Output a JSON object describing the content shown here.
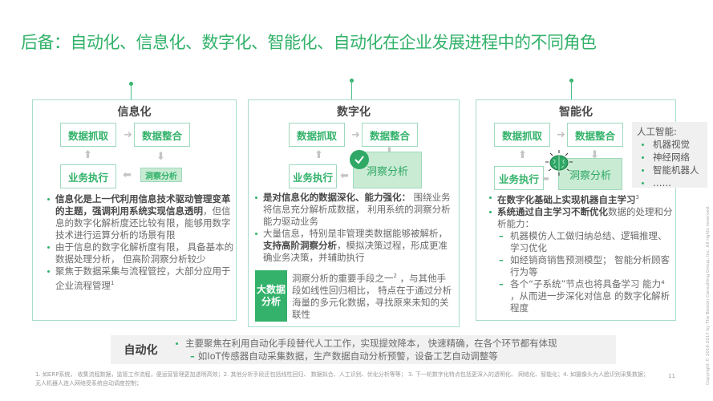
{
  "title": "后备：自动化、信息化、数字化、智能化、自动化在企业发展进程中的不同角色",
  "colors": {
    "accent": "#32b26a",
    "panel_border": "#a6ddcc",
    "highlight_fill": "#c9ebd3",
    "badge_fill": "#34b26c",
    "gray_bar": "#f1f1f1"
  },
  "panels": [
    {
      "title": "信息化",
      "flow": {
        "capture": "数据抓取",
        "integrate": "数据整合",
        "insight": "洞察分析",
        "execute": "业务执行"
      },
      "bullets": [
        {
          "bold": "信息化是上一代利用信息技术驱动管理变革的主题，强调利用系统实现信息透明",
          "text": "，但信息的数字化解析度还比较有限，能够用数字技术进行运算分析的场景有限"
        },
        {
          "text": "由于信息的数字化解析度有限， 具备基本的数据处理分析， 但高阶洞察分析较少"
        },
        {
          "text": "聚焦于数据采集与流程管控，大部分应用于企业流程管理",
          "sup": "1"
        }
      ]
    },
    {
      "title": "数字化",
      "flow": {
        "capture": "数据抓取",
        "integrate": "数据整合",
        "insight": "洞察分析",
        "execute": "业务执行"
      },
      "bullets": [
        {
          "bold": "是对信息化的数据深化、能力强化：",
          "text": " 围绕业务将信息充分解析成数据， 利用系统的洞察分析能力驱动业务"
        },
        {
          "text_a": "大量信息，特别是非管理类数据能够被解析， ",
          "bold": "支持高阶洞察分析",
          "text_b": "，模拟决策过程，形成更准确业务决策，并辅助执行"
        }
      ],
      "bigdata": {
        "badge_line1": "大数据",
        "badge_line2": "分析",
        "text_a": "洞察分析的重要手段之一",
        "sup": "2",
        "text_b": " ，与其他手段如线性回归相比， 特点在于通过分析海量的多元化数据，寻找原来未知的关联性"
      }
    },
    {
      "title": "智能化",
      "flow": {
        "capture": "数据抓取",
        "integrate": "数据整合",
        "insight": "洞察分析",
        "execute": "业务执行"
      },
      "bullets": [
        {
          "bold": "在数字化基础上实现机器自主学习",
          "sup": "3"
        },
        {
          "bold": "系统通过自主学习不断优化",
          "text": "数据的处理和分析能力："
        }
      ],
      "sub_bullets": [
        "机器模仿人工做归纳总结、逻辑推理、学习优化",
        "如经销商销售预测模型； 智能分析顾客行为等",
        "各个“子系统”节点也将具备学习 能力⁴ ，从而进一步深化对信息 的数字化解析程度"
      ],
      "ai_callout": {
        "heading": "人工智能:",
        "items": [
          "机器视觉",
          "神经网络",
          "智能机器人",
          "……"
        ]
      }
    }
  ],
  "automation": {
    "label": "自动化",
    "line1": "主要聚焦在利用自动化手段替代人工工作，实现提效降本， 快速精确，在各个环节都有体现",
    "line2": "如IoT传感器自动采集数据，生产数据自动分析预警，设备工艺自动调整等"
  },
  "footnote": "1. 如ERP系统，  收集流程数据，监管工作流程，便运营管理更加透明高效；2. 其他分析手段还包括线性回归、  数据拟合、人工识别、优化分析等等；  3. 下一轮数字化特点包括更深入的透明化、  网络化、智能化；4. 如摄像头为人脸识别采集数据；  无人机器人连入网络受系统自动调度控制；",
  "page_number": "11",
  "copyright": "Copyright © 2016-2017 by The Boston Consulting Group, Inc. All rights reserved."
}
